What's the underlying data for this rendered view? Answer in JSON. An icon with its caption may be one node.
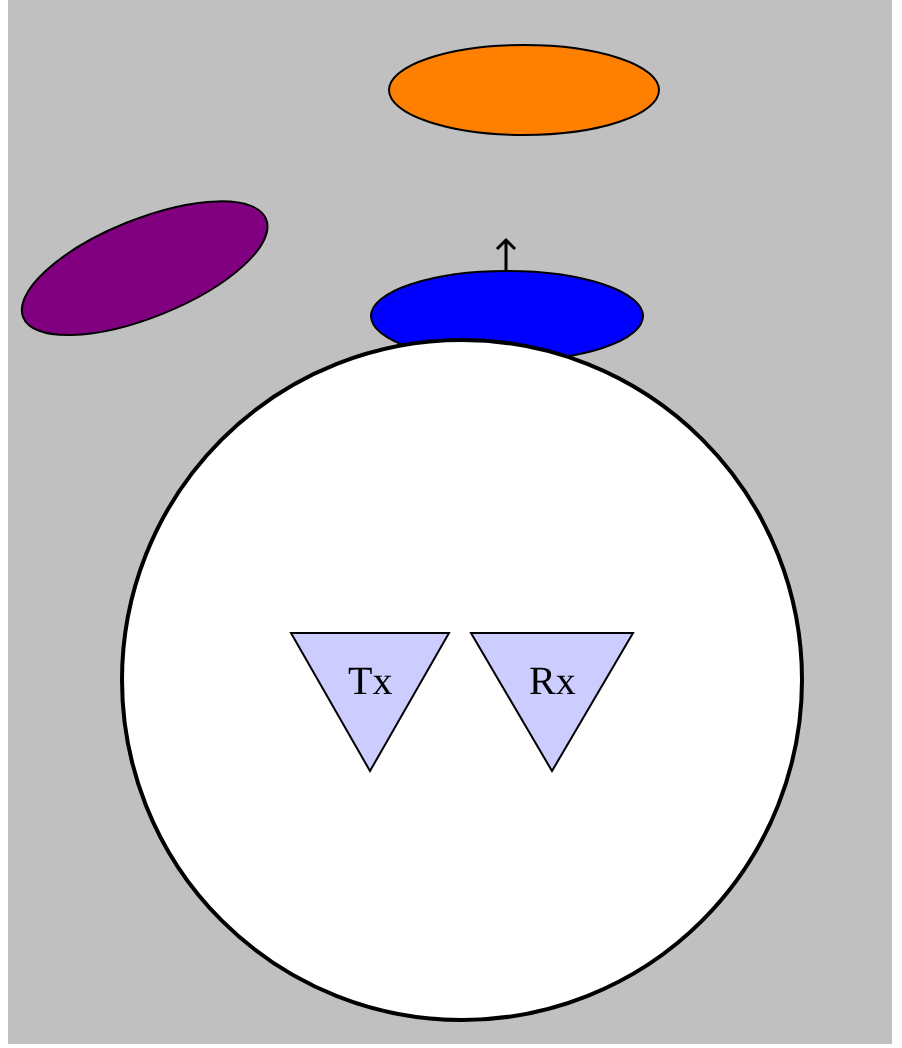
{
  "diagram": {
    "nodes": [
      {
        "text": [],
        "shape": "ellipse"
      },
      {
        "text": [],
        "shape": "ellipse"
      },
      {
        "text": [],
        "shape": "ellipse"
      },
      {
        "text": [],
        "shape": "circle"
      },
      {
        "text": [
          "Tx"
        ],
        "in": 3
      },
      {
        "text": [
          "Rx"
        ],
        "in": 3
      }
    ]
  }
}
